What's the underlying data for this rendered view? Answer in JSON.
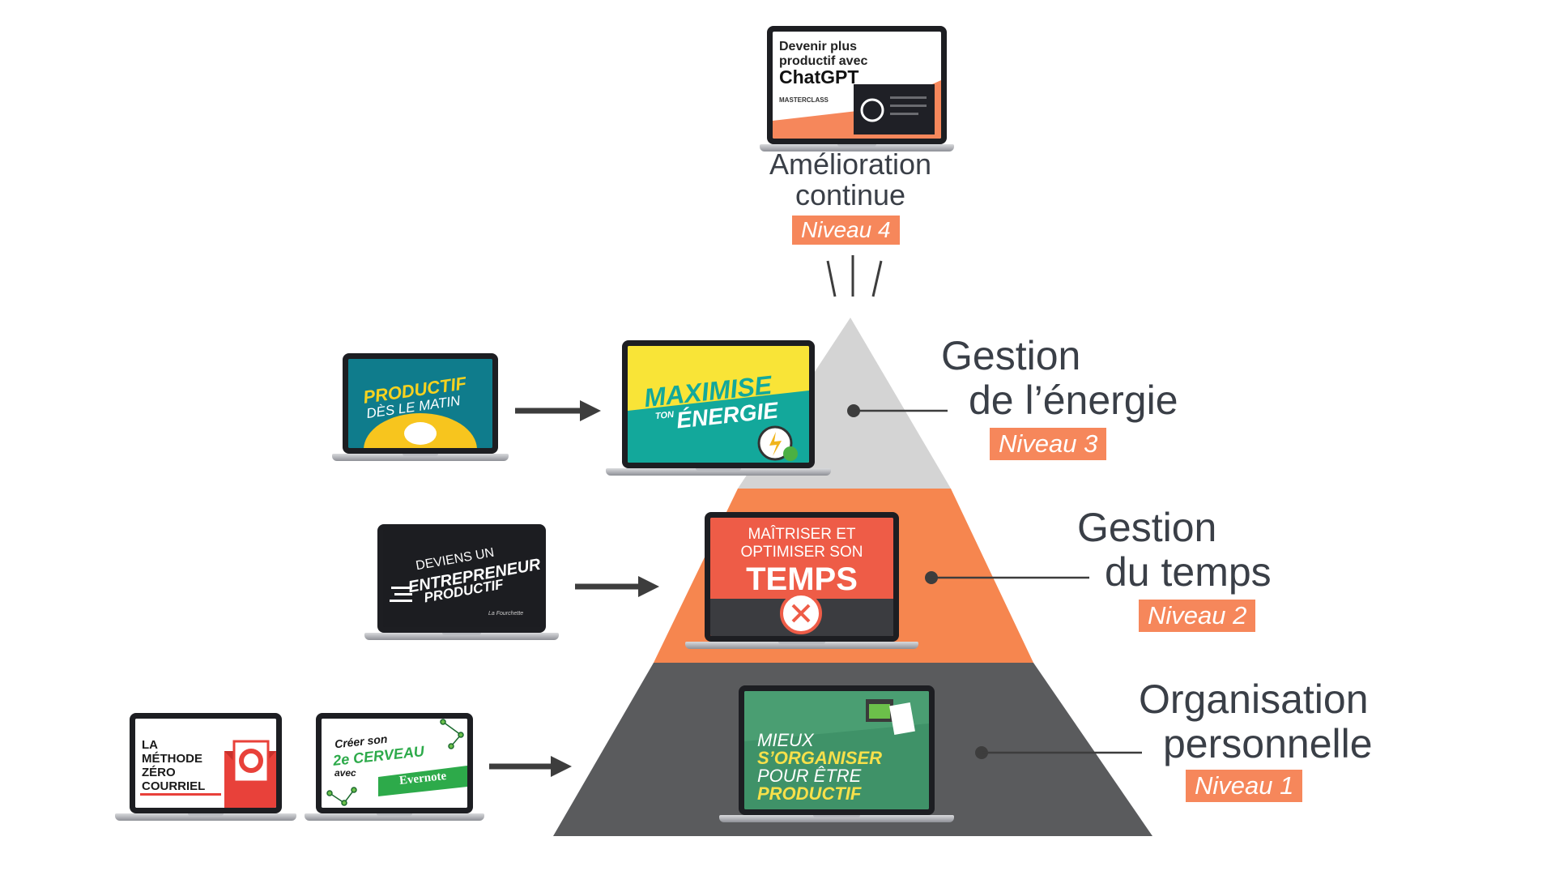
{
  "top_level": {
    "title_line1": "Amélioration",
    "title_line2": "continue",
    "badge": "Niveau 4",
    "course": {
      "line1": "Devenir plus",
      "line2": "productif avec",
      "line3": "ChatGPT",
      "tag": "MASTERCLASS"
    }
  },
  "levels": [
    {
      "title_line1": "Gestion",
      "title_line2": "de l’énergie",
      "badge": "Niveau 3",
      "color": "#d4d4d4",
      "prereq_course": {
        "line1": "PRODUCTIF",
        "line2": "DÈS LE MATIN"
      },
      "main_course": {
        "line1": "MAXIMISE",
        "line2": "TON",
        "line3": "ÉNERGIE"
      }
    },
    {
      "title_line1": "Gestion",
      "title_line2": "du temps",
      "badge": "Niveau 2",
      "color": "#f6864f",
      "prereq_course": {
        "line1": "DEVIENS UN",
        "line2": "ENTREPRENEUR",
        "line3": "PRODUCTIF",
        "signature": "La Fourchette"
      },
      "main_course": {
        "line1": "MAÎTRISER ET",
        "line2": "OPTIMISER SON",
        "line3": "TEMPS"
      }
    },
    {
      "title_line1": "Organisation",
      "title_line2": "personnelle",
      "badge": "Niveau 1",
      "color": "#5a5b5d",
      "prereq_course_a": {
        "line1": "LA",
        "line2": "MÉTHODE",
        "line3": "ZÉRO",
        "line4": "COURRIEL"
      },
      "prereq_course_b": {
        "line1": "Créer son",
        "line2": "2e CERVEAU",
        "line3": "avec",
        "line4": "Evernote"
      },
      "main_course": {
        "line1": "MIEUX",
        "line2": "S’ORGANISER",
        "line3": "POUR ÊTRE",
        "line4": "PRODUCTIF"
      }
    }
  ],
  "colors": {
    "accent": "#f6875b",
    "text": "#3a3f47",
    "arrow": "#3d3d3d",
    "tier_top": "#d4d4d4",
    "tier_middle": "#f6864f",
    "tier_bottom": "#5a5b5d"
  }
}
